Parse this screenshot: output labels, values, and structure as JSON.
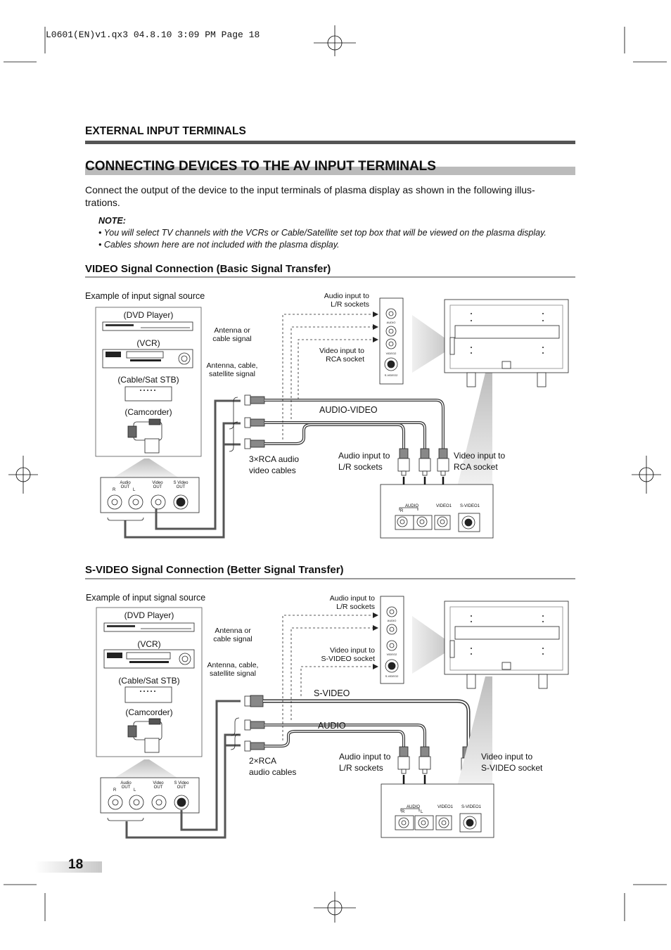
{
  "print_header": "L0601(EN)v1.qx3  04.8.10  3:09 PM  Page 18",
  "section_title": "EXTERNAL INPUT TERMINALS",
  "page_title": "CONNECTING DEVICES TO THE AV INPUT TERMINALS",
  "intro": "Connect the output of the device to the input terminals of plasma display as shown in the following illus-trations.",
  "intro_line1": "Connect the output of the device to the input terminals of plasma display as shown in the following illus-",
  "intro_line2": "trations.",
  "note": {
    "label": "NOTE:",
    "items": [
      "• You will select TV channels with the VCRs or Cable/Satellite set top box that will be viewed on the plasma display.",
      "• Cables shown here are not included with the plasma display."
    ]
  },
  "page_number": "18",
  "diagram1": {
    "heading": "VIDEO Signal Connection (Basic Signal Transfer)",
    "example_label": "Example of input signal source",
    "devices": [
      "(DVD Player)",
      "(VCR)",
      "(Cable/Sat STB)",
      "(Camcorder)"
    ],
    "antenna1": [
      "Antenna or",
      "cable signal"
    ],
    "antenna2": [
      "Antenna, cable,",
      "satellite signal"
    ],
    "tv_audio": [
      "Audio input to",
      "L/R sockets"
    ],
    "tv_video": [
      "Video input to",
      "RCA socket"
    ],
    "cable_type": "AUDIO-VIDEO",
    "cable_desc": [
      "3×RCA audio",
      "video cables"
    ],
    "panel_audio": [
      "Audio input to",
      "L/R sockets"
    ],
    "panel_video": [
      "Video input to",
      "RCA socket"
    ],
    "src_panel": {
      "audio": [
        "Audio",
        "OUT"
      ],
      "r": "R",
      "l": "L",
      "video": [
        "Video",
        "OUT"
      ],
      "svideo": [
        "S Video",
        "OUT"
      ]
    },
    "tv_panel": {
      "audio": "AUDIO",
      "r": "R",
      "l": "L",
      "video": "VIDEO1",
      "svideo": "S-VIDEO1"
    },
    "side_panel": {
      "audio": "AUDIO",
      "video": "VIDEO2",
      "svideo": "S-VIDEO2"
    }
  },
  "diagram2": {
    "heading": "S-VIDEO Signal Connection (Better Signal Transfer)",
    "example_label": "Example of input signal source",
    "devices": [
      "(DVD Player)",
      "(VCR)",
      "(Cable/Sat STB)",
      "(Camcorder)"
    ],
    "antenna1": [
      "Antenna or",
      "cable signal"
    ],
    "antenna2": [
      "Antenna, cable,",
      "satellite signal"
    ],
    "tv_audio": [
      "Audio input to",
      "L/R sockets"
    ],
    "tv_video": [
      "Video input to",
      "S-VIDEO socket"
    ],
    "cable_svideo": "S-VIDEO",
    "cable_audio": "AUDIO",
    "cable_desc": [
      "2×RCA",
      "audio cables"
    ],
    "panel_audio": [
      "Audio input to",
      "L/R sockets"
    ],
    "panel_video": [
      "Video input to",
      "S-VIDEO socket"
    ],
    "src_panel": {
      "audio": [
        "Audio",
        "OUT"
      ],
      "r": "R",
      "l": "L",
      "video": [
        "Video",
        "OUT"
      ],
      "svideo": [
        "S Video",
        "OUT"
      ]
    },
    "tv_panel": {
      "audio": "AUDIO",
      "r": "R",
      "l": "L",
      "video": "VIDEO1",
      "svideo": "S-VIDEO1"
    },
    "side_panel": {
      "audio": "AUDIO",
      "video": "VIDEO2",
      "svideo": "S-VIDEO2"
    }
  }
}
